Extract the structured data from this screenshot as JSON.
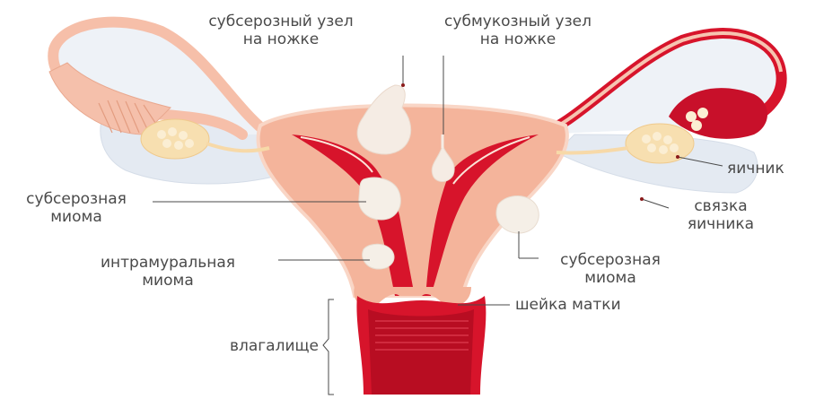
{
  "colors": {
    "tissue": "#f4b49b",
    "tissue_light": "#fbe3d7",
    "cavity": "#d7142b",
    "cavity_dark": "#a30c1e",
    "tube_outline": "#f6c4b1",
    "ligament": "#dfe6ef",
    "ovary": "#f7dfb0",
    "fibroid": "#f5efe7",
    "leader": "#4a4a4a",
    "leader_accent": "#8b1a1a"
  },
  "labels": {
    "subserous_pedunculated": [
      "субсерозный узел",
      "на ножке"
    ],
    "submucous_pedunculated": [
      "субмукозный узел",
      "на ножке"
    ],
    "ovary": [
      "яичник"
    ],
    "ovary_ligament": [
      "связка",
      "яичника"
    ],
    "subserous_left": [
      "субсерозная",
      "миома"
    ],
    "intramural": [
      "интрамуральная",
      "миома"
    ],
    "subserous_right": [
      "субсерозная",
      "миома"
    ],
    "cervix": [
      "шейка матки"
    ],
    "vagina": [
      "влагалище"
    ]
  }
}
